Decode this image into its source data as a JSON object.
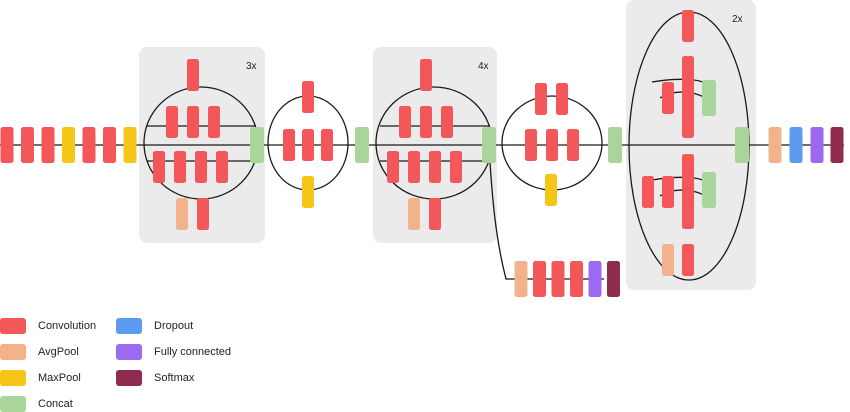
{
  "colors": {
    "convolution": "#f4575a",
    "avgpool": "#f2b38c",
    "maxpool": "#f5c518",
    "concat": "#a9d49a",
    "dropout": "#5b9bf0",
    "fully_connected": "#9c6af0",
    "softmax": "#8e2b4e",
    "module_bg": "#ebebeb",
    "line": "#1a1a1a"
  },
  "modules": [
    {
      "repeat_label": "3x"
    },
    {
      "repeat_label": "4x"
    },
    {
      "repeat_label": "2x"
    }
  ],
  "legend": [
    {
      "label": "Convolution",
      "color_key": "convolution"
    },
    {
      "label": "AvgPool",
      "color_key": "avgpool"
    },
    {
      "label": "MaxPool",
      "color_key": "maxpool"
    },
    {
      "label": "Concat",
      "color_key": "concat"
    },
    {
      "label": "Dropout",
      "color_key": "dropout"
    },
    {
      "label": "Fully connected",
      "color_key": "fully_connected"
    },
    {
      "label": "Softmax",
      "color_key": "softmax"
    }
  ]
}
